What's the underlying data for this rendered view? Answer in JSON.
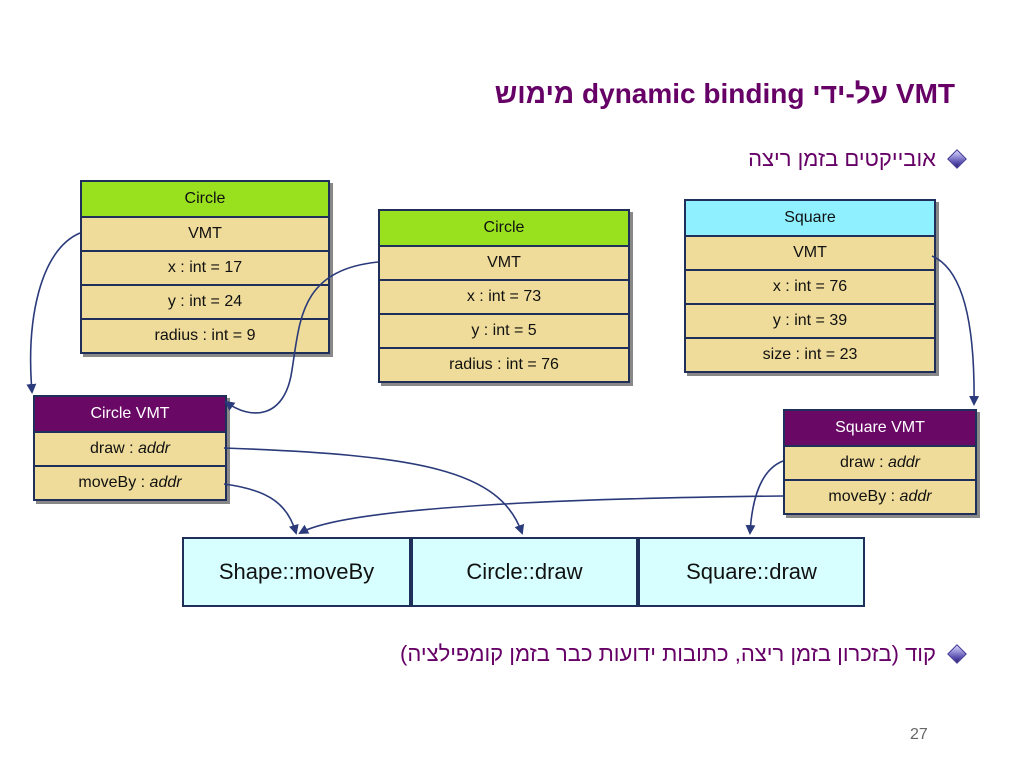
{
  "title": "מימוש dynamic binding על-ידי VMT",
  "bullets": [
    "אובייקטים בזמן ריצה",
    "קוד (בזכרון בזמן ריצה, כתובות ידועות כבר בזמן קומפילציה)"
  ],
  "objects": {
    "circle1": {
      "header": "Circle",
      "rows": [
        "VMT",
        "x : int  = 17",
        "y : int = 24",
        "radius : int = 9"
      ]
    },
    "circle2": {
      "header": "Circle",
      "rows": [
        "VMT",
        "x : int  = 73",
        "y : int = 5",
        "radius : int = 76"
      ]
    },
    "square": {
      "header": "Square",
      "rows": [
        "VMT",
        "x : int  = 76",
        "y : int = 39",
        "size : int = 23"
      ]
    }
  },
  "vmts": {
    "circle_vmt": {
      "header": "Circle VMT",
      "draw_label": "draw : ",
      "moveby_label": "moveBy : ",
      "addr": "addr"
    },
    "square_vmt": {
      "header": "Square VMT",
      "draw_label": "draw : ",
      "moveby_label": "moveBy : ",
      "addr": "addr"
    }
  },
  "code": [
    "Shape::moveBy",
    "Circle::draw",
    "Square::draw"
  ],
  "page_number": "27",
  "colors": {
    "title": "#660066",
    "circle_header": "#99e01f",
    "square_header": "#8ff0ff",
    "vmt_header": "#6a0866",
    "field_bg": "#efdc9a",
    "code_bg": "#d7ffff",
    "connector": "#2a3a7a"
  }
}
